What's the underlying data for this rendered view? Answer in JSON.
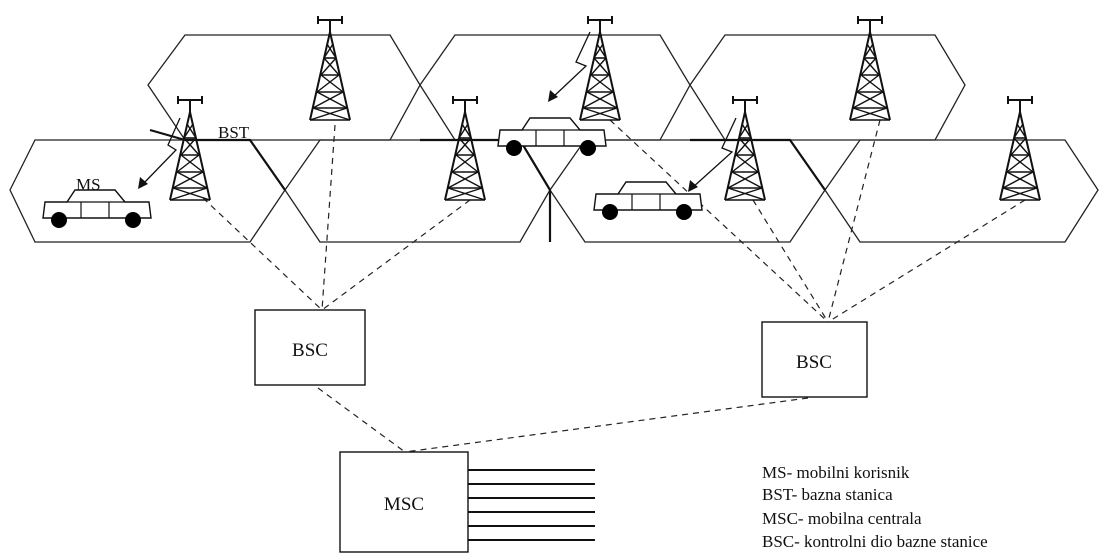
{
  "labels": {
    "ms": "MS",
    "bst": "BST",
    "bsc_left": "BSC",
    "bsc_right": "BSC",
    "msc": "MSC"
  },
  "legend": [
    "MS- mobilni korisnik",
    "BST- bazna stanica",
    "MSC-  mobilna centrala",
    "BSC- kontrolni dio bazne stanice"
  ]
}
